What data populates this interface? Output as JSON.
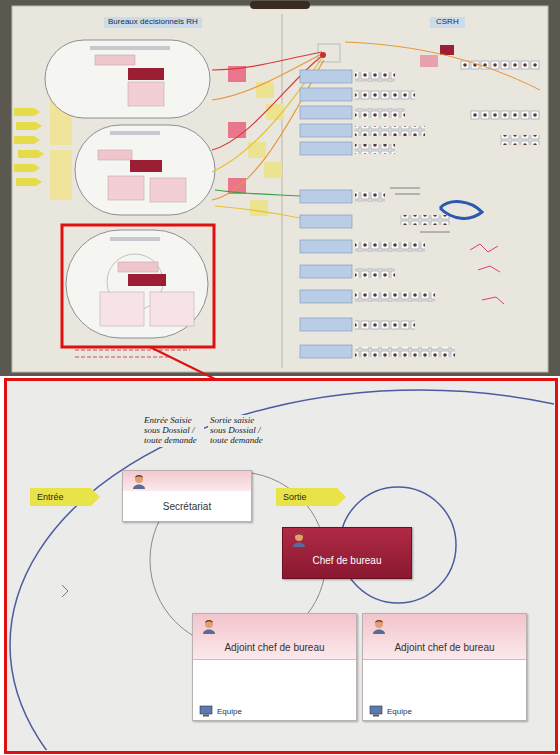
{
  "diagram": {
    "nodes": [
      {
        "text": [
          "Entrée"
        ]
      },
      {
        "text": [
          "Secrétariat"
        ]
      },
      {
        "text": [
          "Sortie"
        ]
      },
      {
        "text": [
          "Chef de bureau"
        ]
      },
      {
        "text": [
          "Adjoint chef de bureau",
          "Equipe"
        ]
      },
      {
        "text": [
          "Adjoint chef de bureau",
          "Equipe"
        ]
      }
    ],
    "labels": [
      "Bureaux décisionnels RH",
      "CSRH",
      "Entrée Saisie sous Dossial / toute demande",
      "Sortie saisie sous Dossial / toute demande"
    ]
  }
}
